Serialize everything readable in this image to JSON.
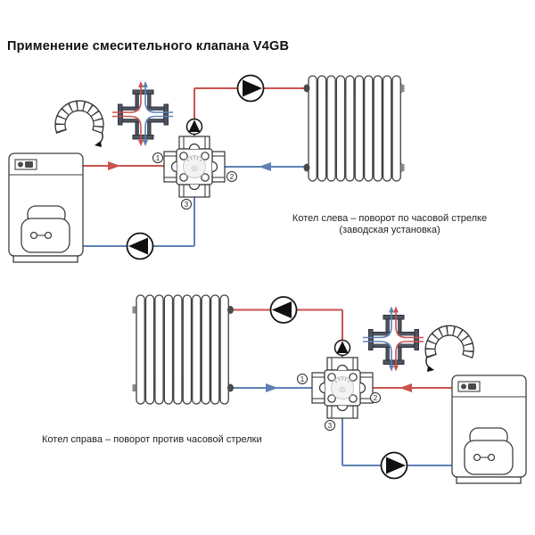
{
  "title": "Применение смесительного клапана V4GB",
  "colors": {
    "supply": "#c9534f",
    "return": "#5e81b5",
    "body_dark": "#4f5560"
  },
  "diagrams": {
    "top": {
      "caption_line1": "Котел слева – поворот по часовой стрелке",
      "caption_line2": "(заводская установка)",
      "rotation": "clockwise",
      "ports": [
        "1",
        "2",
        "3"
      ]
    },
    "bottom": {
      "caption_line1": "Котел справа – поворот против часовой стрелки",
      "caption_line2": "",
      "rotation": "counterclockwise",
      "ports": [
        "1",
        "2",
        "3"
      ]
    }
  }
}
